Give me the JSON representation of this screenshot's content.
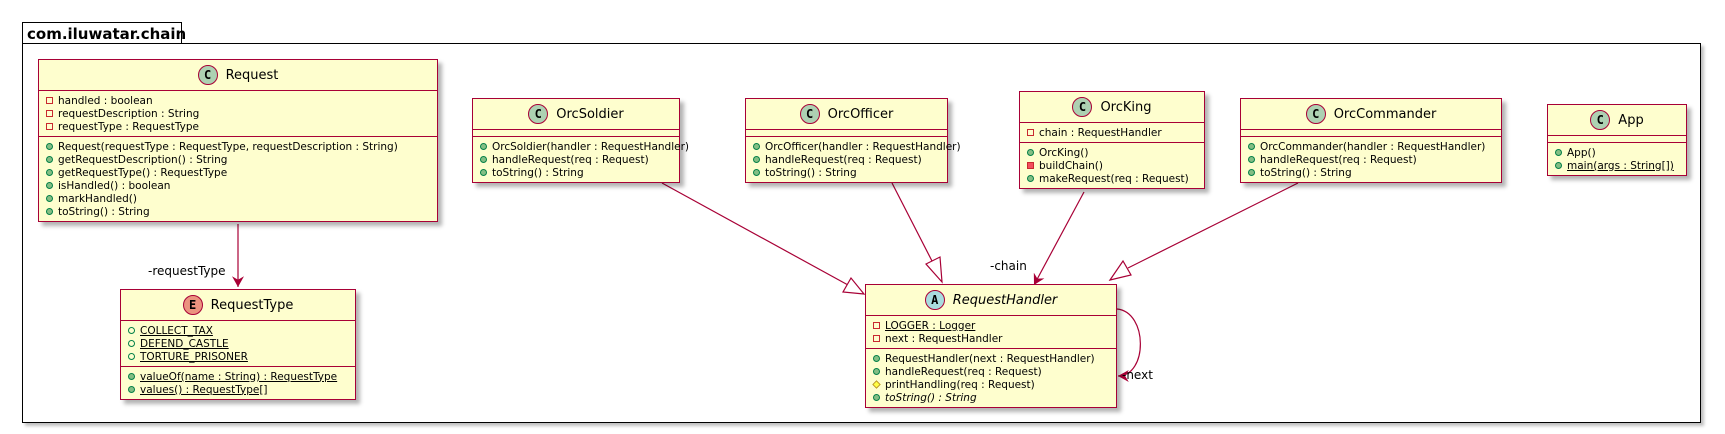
{
  "package": {
    "name": "com.iluwatar.chain"
  },
  "classes": {
    "request": {
      "name": "Request",
      "stereotype": "C",
      "fields": [
        {
          "vis": "private",
          "text": "handled : boolean"
        },
        {
          "vis": "private",
          "text": "requestDescription : String"
        },
        {
          "vis": "private",
          "text": "requestType : RequestType"
        }
      ],
      "methods": [
        {
          "vis": "public",
          "text": "Request(requestType : RequestType, requestDescription : String)"
        },
        {
          "vis": "public",
          "text": "getRequestDescription() : String"
        },
        {
          "vis": "public",
          "text": "getRequestType() : RequestType"
        },
        {
          "vis": "public",
          "text": "isHandled() : boolean"
        },
        {
          "vis": "public",
          "text": "markHandled()"
        },
        {
          "vis": "public",
          "text": "toString() : String"
        }
      ]
    },
    "requestType": {
      "name": "RequestType",
      "stereotype": "E",
      "fields": [
        {
          "vis": "public",
          "text": "COLLECT_TAX",
          "static": true
        },
        {
          "vis": "public",
          "text": "DEFEND_CASTLE",
          "static": true
        },
        {
          "vis": "public",
          "text": "TORTURE_PRISONER",
          "static": true
        }
      ],
      "methods": [
        {
          "vis": "public",
          "text": "valueOf(name : String) : RequestType",
          "static": true
        },
        {
          "vis": "public",
          "text": "values() : RequestType[]",
          "static": true
        }
      ]
    },
    "orcSoldier": {
      "name": "OrcSoldier",
      "stereotype": "C",
      "fields": [],
      "methods": [
        {
          "vis": "public",
          "text": "OrcSoldier(handler : RequestHandler)"
        },
        {
          "vis": "public",
          "text": "handleRequest(req : Request)"
        },
        {
          "vis": "public",
          "text": "toString() : String"
        }
      ]
    },
    "orcOfficer": {
      "name": "OrcOfficer",
      "stereotype": "C",
      "fields": [],
      "methods": [
        {
          "vis": "public",
          "text": "OrcOfficer(handler : RequestHandler)"
        },
        {
          "vis": "public",
          "text": "handleRequest(req : Request)"
        },
        {
          "vis": "public",
          "text": "toString() : String"
        }
      ]
    },
    "orcKing": {
      "name": "OrcKing",
      "stereotype": "C",
      "fields": [
        {
          "vis": "private",
          "text": "chain : RequestHandler"
        }
      ],
      "methods": [
        {
          "vis": "public",
          "text": "OrcKing()"
        },
        {
          "vis": "private",
          "text": "buildChain()"
        },
        {
          "vis": "public",
          "text": "makeRequest(req : Request)"
        }
      ]
    },
    "orcCommander": {
      "name": "OrcCommander",
      "stereotype": "C",
      "fields": [],
      "methods": [
        {
          "vis": "public",
          "text": "OrcCommander(handler : RequestHandler)"
        },
        {
          "vis": "public",
          "text": "handleRequest(req : Request)"
        },
        {
          "vis": "public",
          "text": "toString() : String"
        }
      ]
    },
    "app": {
      "name": "App",
      "stereotype": "C",
      "fields": [],
      "methods": [
        {
          "vis": "public",
          "text": "App()"
        },
        {
          "vis": "public",
          "text": "main(args : String[])",
          "static": true
        }
      ]
    },
    "requestHandler": {
      "name": "RequestHandler",
      "stereotype": "A",
      "abstract": true,
      "fields": [
        {
          "vis": "private",
          "text": "LOGGER : Logger",
          "static": true
        },
        {
          "vis": "private",
          "text": "next : RequestHandler"
        }
      ],
      "methods": [
        {
          "vis": "public",
          "text": "RequestHandler(next : RequestHandler)"
        },
        {
          "vis": "public",
          "text": "handleRequest(req : Request)"
        },
        {
          "vis": "protected",
          "text": "printHandling(req : Request)"
        },
        {
          "vis": "public",
          "text": "toString() : String",
          "italic": true
        }
      ]
    }
  },
  "edge_labels": {
    "request_type": "-requestType",
    "chain": "-chain",
    "next": "-next"
  },
  "colors": {
    "class_fill": "#FEFECE",
    "class_border": "#A80036",
    "edge": "#A80036"
  }
}
